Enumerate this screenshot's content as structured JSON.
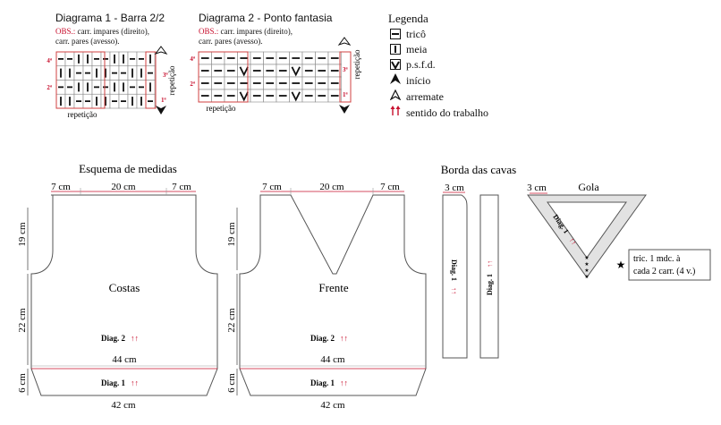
{
  "diagram1": {
    "title": "Diagrama 1 - Barra 2/2",
    "obs_label": "OBS.:",
    "obs_line1": "carr. impares (direito),",
    "obs_line2": "carr. pares (avesso).",
    "row_labels": [
      "4ª",
      "3ª",
      "2ª",
      "1ª"
    ],
    "repeat_label": "repetição",
    "side_label": "repetição",
    "rows": [
      [
        "purl",
        "purl",
        "knit",
        "knit",
        "purl",
        "purl",
        "knit",
        "knit",
        "purl",
        "purl",
        "knit"
      ],
      [
        "knit",
        "knit",
        "purl",
        "purl",
        "knit",
        "knit",
        "purl",
        "purl",
        "knit",
        "knit",
        "purl"
      ],
      [
        "purl",
        "purl",
        "knit",
        "knit",
        "purl",
        "purl",
        "knit",
        "knit",
        "purl",
        "purl",
        "knit"
      ],
      [
        "knit",
        "knit",
        "purl",
        "purl",
        "knit",
        "knit",
        "purl",
        "purl",
        "knit",
        "knit",
        "purl"
      ]
    ]
  },
  "diagram2": {
    "title": "Diagrama 2 - Ponto fantasia",
    "obs_label": "OBS.:",
    "obs_line1": "carr. impares (direito),",
    "obs_line2": "carr. pares (avesso).",
    "row_labels": [
      "4ª",
      "3ª",
      "2ª",
      "1ª"
    ],
    "repeat_label": "repetição",
    "side_label": "repetição",
    "rows": [
      [
        "purl",
        "purl",
        "purl",
        "purl",
        "purl",
        "purl",
        "purl",
        "purl",
        "purl",
        "purl",
        "purl"
      ],
      [
        "purl",
        "purl",
        "purl",
        "v",
        "purl",
        "purl",
        "purl",
        "v",
        "purl",
        "purl",
        "purl"
      ],
      [
        "purl",
        "purl",
        "purl",
        "purl",
        "purl",
        "purl",
        "purl",
        "purl",
        "purl",
        "purl",
        "purl"
      ],
      [
        "purl",
        "purl",
        "purl",
        "v",
        "purl",
        "purl",
        "purl",
        "v",
        "purl",
        "purl",
        "purl"
      ]
    ]
  },
  "legend": {
    "title": "Legenda",
    "items": [
      {
        "symbol": "purl",
        "label": "tricô"
      },
      {
        "symbol": "knit",
        "label": "meia"
      },
      {
        "symbol": "v",
        "label": "p.s.f.d."
      },
      {
        "symbol": "arrow-filled",
        "label": "início"
      },
      {
        "symbol": "arrow-outline",
        "label": "arremate"
      },
      {
        "symbol": "red-arrows",
        "label": "sentido do trabalho"
      }
    ]
  },
  "schema": {
    "title": "Esquema de medidas",
    "borda_title": "Borda das cavas",
    "costas": {
      "label": "Costas",
      "top": [
        "7 cm",
        "20 cm",
        "7 cm"
      ],
      "side": [
        "19 cm",
        "22 cm",
        "6 cm"
      ],
      "width": "44 cm",
      "bottom": "42 cm",
      "diag2": "Diag. 2",
      "diag1": "Diag. 1"
    },
    "frente": {
      "label": "Frente",
      "top": [
        "7 cm",
        "20 cm",
        "7 cm"
      ],
      "side": [
        "19 cm",
        "22 cm",
        "6 cm"
      ],
      "width": "44 cm",
      "bottom": "42 cm",
      "diag2": "Diag. 2",
      "diag1": "Diag. 1"
    },
    "borda": {
      "width": "3 cm",
      "diag": "Diag. 1"
    },
    "gola": {
      "title": "Gola",
      "width": "3 cm",
      "diag": "Diag. 1",
      "note_line1": "tric. 1 mdc. à",
      "note_line2": "cada 2 carr. (4 v.)"
    },
    "arrows": "↑↑"
  },
  "colors": {
    "accent_red": "#c8102e",
    "line": "#555555",
    "fill_gray": "#e2e2e2",
    "repeat_red": "#d04040"
  }
}
